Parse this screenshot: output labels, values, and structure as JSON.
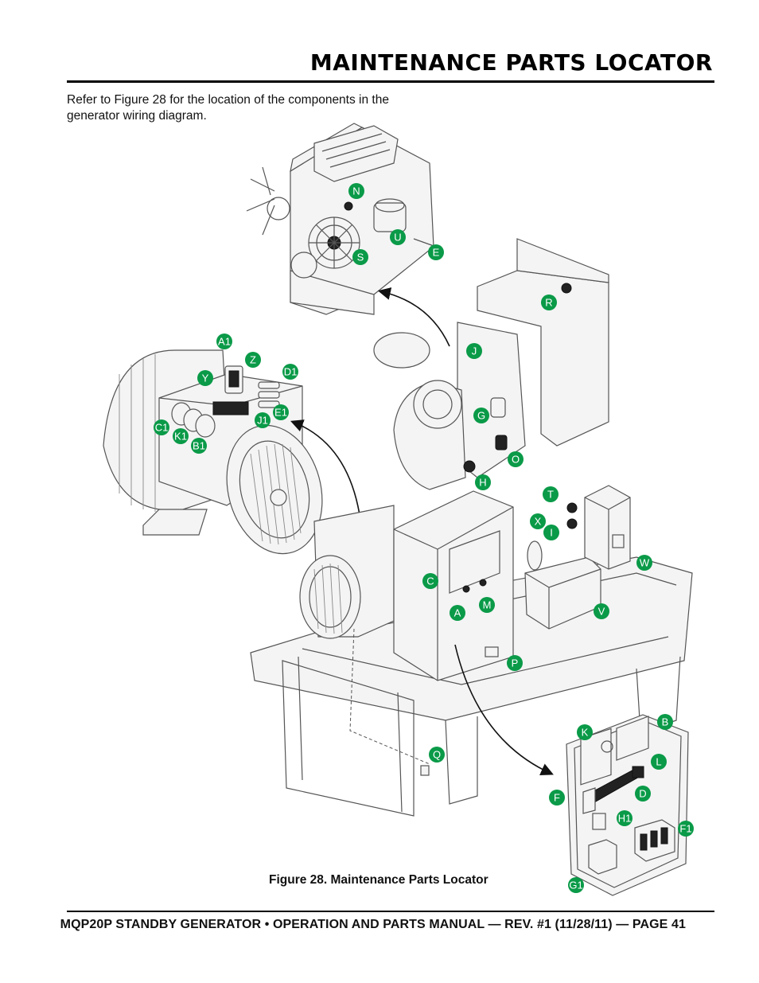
{
  "header": {
    "title": "MAINTENANCE PARTS LOCATOR"
  },
  "intro": {
    "text": "Refer to Figure 28 for the location of the components in the generator wiring diagram."
  },
  "figure": {
    "caption": "Figure 28. Maintenance Parts Locator",
    "callouts": [
      "N",
      "U",
      "S",
      "E",
      "R",
      "A1",
      "Z",
      "D1",
      "Y",
      "E1",
      "J1",
      "C1",
      "K1",
      "B1",
      "J",
      "G",
      "O",
      "H",
      "T",
      "X",
      "I",
      "W",
      "C",
      "A",
      "M",
      "V",
      "P",
      "K",
      "B",
      "L",
      "Q",
      "D",
      "F",
      "H1",
      "F1",
      "G1"
    ]
  },
  "footer": {
    "text": "MQP20P STANDBY GENERATOR • OPERATION AND PARTS MANUAL — REV. #1 (11/28/11) — PAGE 41"
  },
  "colors": {
    "callout": "#0a9a48",
    "rule": "#000000"
  }
}
